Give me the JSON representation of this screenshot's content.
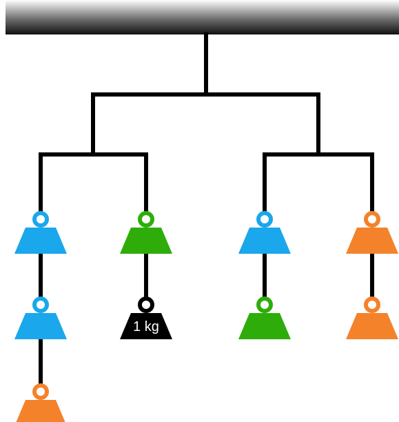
{
  "colors": {
    "blue": "#1AA7EC",
    "green": "#2EAD0A",
    "orange": "#F4822B",
    "black": "#000000",
    "rod": "#000000"
  },
  "weights": [
    {
      "id": "w-a1",
      "color": "blue",
      "label": ""
    },
    {
      "id": "w-a2",
      "color": "blue",
      "label": ""
    },
    {
      "id": "w-a3",
      "color": "orange",
      "label": ""
    },
    {
      "id": "w-b1",
      "color": "green",
      "label": ""
    },
    {
      "id": "w-b2",
      "color": "black",
      "label": "1 kg"
    },
    {
      "id": "w-c1",
      "color": "blue",
      "label": ""
    },
    {
      "id": "w-c2",
      "color": "green",
      "label": ""
    },
    {
      "id": "w-d1",
      "color": "orange",
      "label": ""
    },
    {
      "id": "w-d2",
      "color": "orange",
      "label": ""
    }
  ]
}
